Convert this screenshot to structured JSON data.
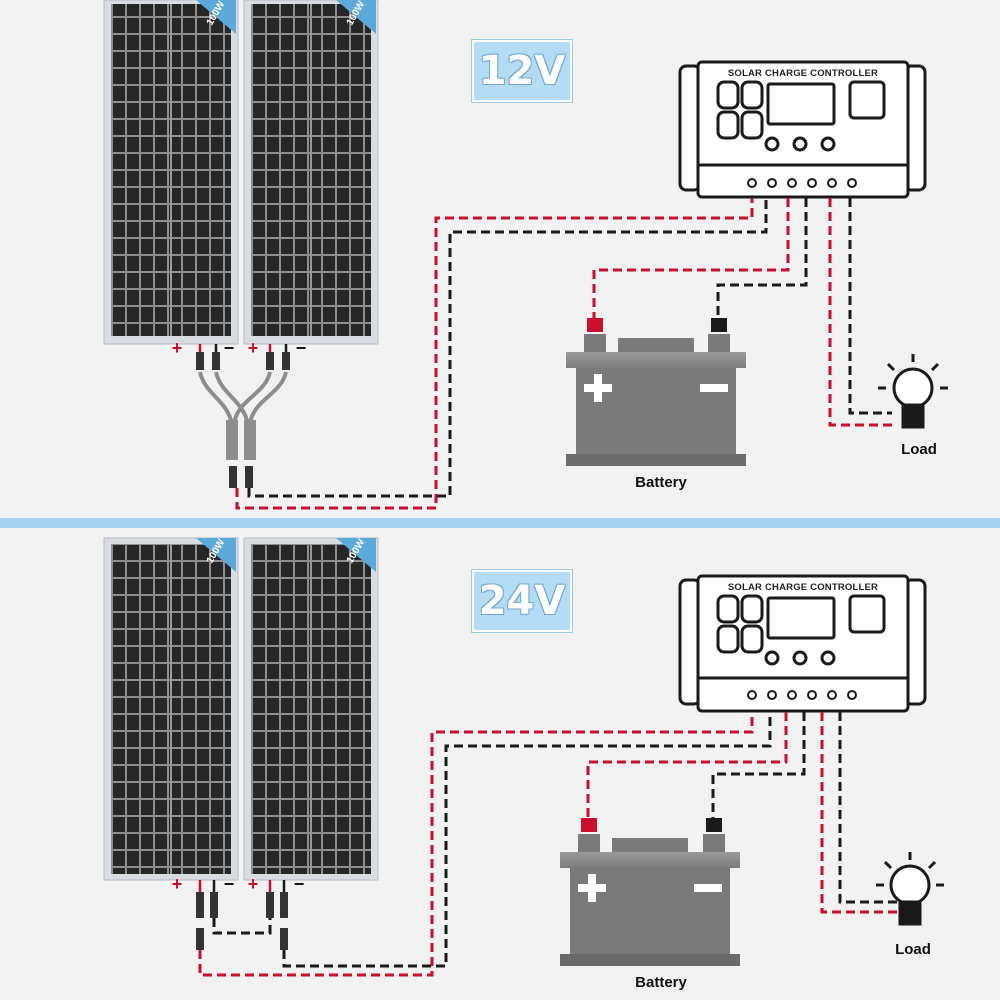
{
  "sections": [
    {
      "id": "twelve_volt",
      "voltage_label": "12V",
      "panel_rating": "100W",
      "controller_title": "SOLAR CHARGE CONTROLLER",
      "battery_label": "Battery",
      "load_label": "Load",
      "connection": "parallel"
    },
    {
      "id": "twenty_four_volt",
      "voltage_label": "24V",
      "panel_rating": "100W",
      "controller_title": "SOLAR CHARGE CONTROLLER",
      "battery_label": "Battery",
      "load_label": "Load",
      "connection": "series"
    }
  ],
  "terminal_symbols": {
    "positive": "+",
    "negative": "−"
  },
  "colors": {
    "positive_wire": "#c8102e",
    "negative_wire": "#1a1a1a",
    "divider": "#a9d3ee",
    "panel_cell": "#2b2b2b",
    "battery_body": "#7a7a7a"
  }
}
